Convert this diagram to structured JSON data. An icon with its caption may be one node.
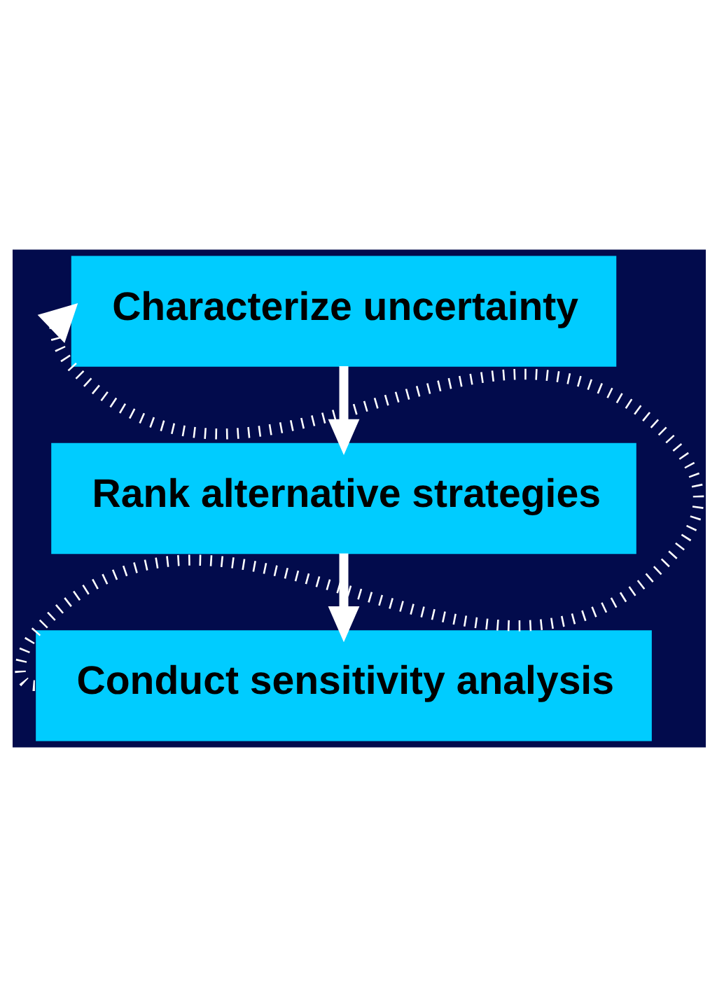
{
  "diagram": {
    "nodes": [
      {
        "text": [
          "Characterize uncertainty"
        ]
      },
      {
        "text": [
          "Rank alternative strategies"
        ]
      },
      {
        "text": [
          "Conduct sensitivity analysis"
        ]
      }
    ],
    "edges": [
      {
        "from": 0,
        "to": 1,
        "arrow": "to"
      },
      {
        "from": 1,
        "to": 2,
        "arrow": "to"
      },
      {
        "from": 2,
        "to": 0,
        "arrow": "to",
        "style": "dashed"
      }
    ]
  }
}
